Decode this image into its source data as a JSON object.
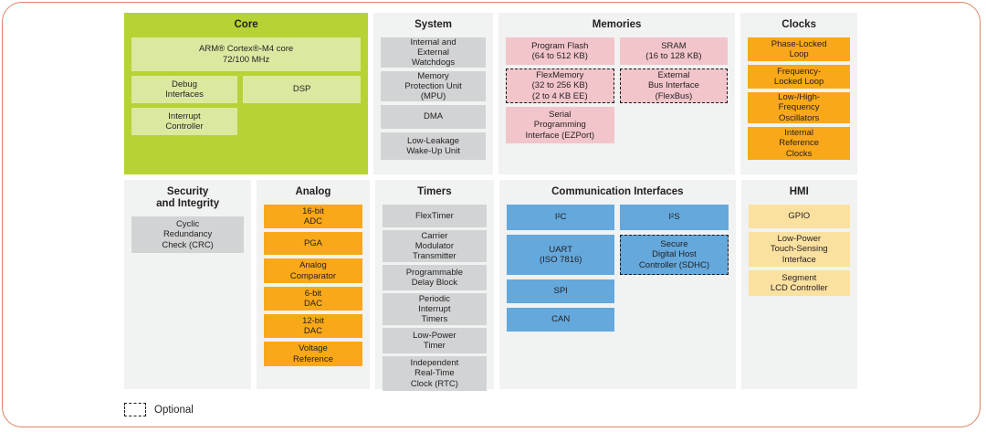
{
  "legend": {
    "optional_label": "Optional",
    "swatch_name": "dashed-outline"
  },
  "colors": {
    "frame_border": "#d98360",
    "panel_bg": "#f1f2f2",
    "core_bg": "#b5d334",
    "core_block": "#dbe8a0",
    "system_block": "#d1d3d4",
    "memory_block": "#f2c5cb",
    "clock_block": "#f9a81a",
    "analog_block": "#f9a81a",
    "comm_block": "#64a8dc",
    "hmi_block": "#fbe1a0",
    "text": "#231f20"
  },
  "panels": {
    "core": {
      "title": "Core",
      "blocks": {
        "cpu": "ARM® Cortex®-M4 core\n72/100 MHz",
        "debug": "Debug\nInterfaces",
        "dsp": "DSP",
        "interrupt": "Interrupt\nController"
      }
    },
    "system": {
      "title": "System",
      "blocks": [
        "Internal and\nExternal\nWatchdogs",
        "Memory\nProtection Unit\n(MPU)",
        "DMA",
        "Low-Leakage\nWake-Up Unit"
      ]
    },
    "memories": {
      "title": "Memories",
      "left_blocks": [
        {
          "label": "Program Flash\n(64 to 512 KB)",
          "optional": false
        },
        {
          "label": "FlexMemory\n(32 to 256 KB)\n(2 to 4 KB EE)",
          "optional": true
        },
        {
          "label": "Serial\nProgramming\nInterface (EZPort)",
          "optional": false
        }
      ],
      "right_blocks": [
        {
          "label": "SRAM\n(16 to 128 KB)",
          "optional": false
        },
        {
          "label": "External\nBus Interface\n(FlexBus)",
          "optional": true
        }
      ]
    },
    "clocks": {
      "title": "Clocks",
      "blocks": [
        "Phase-Locked\nLoop",
        "Frequency-\nLocked Loop",
        "Low-/High-\nFrequency\nOscillators",
        "Internal\nReference\nClocks"
      ]
    },
    "security": {
      "title": "Security\nand Integrity",
      "blocks": [
        "Cyclic\nRedundancy\nCheck (CRC)"
      ]
    },
    "analog": {
      "title": "Analog",
      "blocks": [
        "16-bit\nADC",
        "PGA",
        "Analog\nComparator",
        "6-bit\nDAC",
        "12-bit\nDAC",
        "Voltage\nReference"
      ]
    },
    "timers": {
      "title": "Timers",
      "blocks": [
        "FlexTimer",
        "Carrier\nModulator\nTransmitter",
        "Programmable\nDelay Block",
        "Periodic\nInterrupt\nTimers",
        "Low-Power\nTimer",
        "Independent\nReal-Time\nClock (RTC)"
      ]
    },
    "communication": {
      "title": "Communication Interfaces",
      "left_blocks": [
        {
          "label": "I²C",
          "optional": false
        },
        {
          "label": "UART\n(ISO 7816)",
          "optional": false
        },
        {
          "label": "SPI",
          "optional": false
        },
        {
          "label": "CAN",
          "optional": false
        }
      ],
      "right_blocks": [
        {
          "label": "I²S",
          "optional": false
        },
        {
          "label": "Secure\nDigital Host\nController (SDHC)",
          "optional": true
        }
      ]
    },
    "hmi": {
      "title": "HMI",
      "blocks": [
        "GPIO",
        "Low-Power\nTouch-Sensing\nInterface",
        "Segment\nLCD Controller"
      ]
    }
  }
}
